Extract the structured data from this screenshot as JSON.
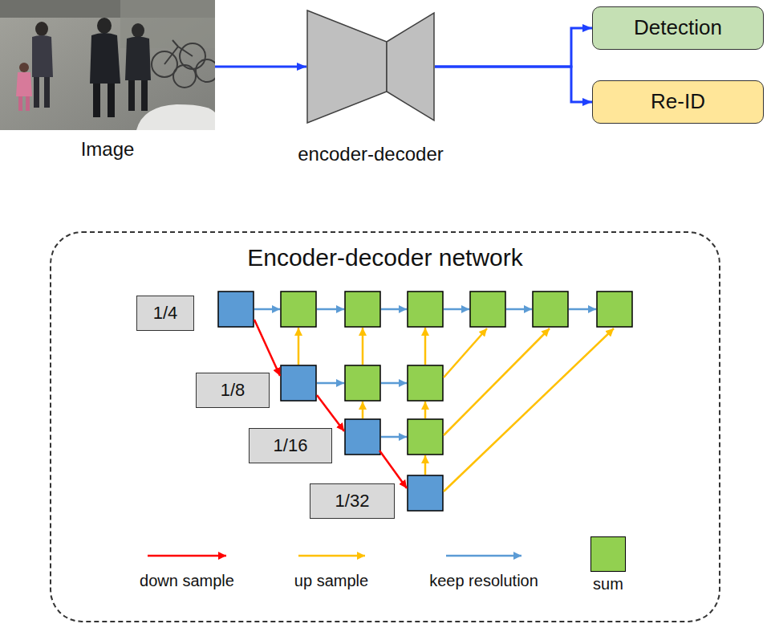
{
  "diagram": {
    "nodes": [
      {
        "text": [
          "Image"
        ]
      },
      {
        "text": [
          "encoder-decoder"
        ]
      },
      {
        "text": [
          "Detection"
        ]
      },
      {
        "text": [
          "Re-ID"
        ]
      },
      {
        "text": [
          "Encoder-decoder network"
        ]
      },
      {
        "text": [
          "1/4"
        ],
        "in": 4
      },
      {
        "text": [
          "1/8"
        ],
        "in": 4
      },
      {
        "text": [
          "1/16"
        ],
        "in": 4
      },
      {
        "text": [
          "1/32"
        ],
        "in": 4
      }
    ],
    "edges": [
      {
        "from": 0,
        "to": 1,
        "arrow": "to"
      },
      {
        "from": 1,
        "to": 2,
        "arrow": "to"
      },
      {
        "from": 1,
        "to": 3,
        "arrow": "to"
      }
    ],
    "legend": [
      {
        "text": "down sample"
      },
      {
        "text": "up sample"
      },
      {
        "text": "keep resolution"
      },
      {
        "text": "sum",
        "color": "#92d050"
      }
    ]
  }
}
